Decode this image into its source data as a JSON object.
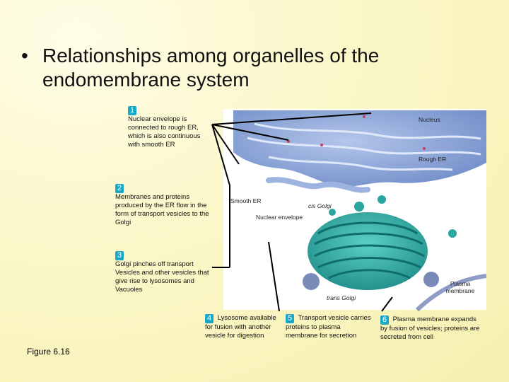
{
  "title": {
    "bullet": "•",
    "text": "Relationships among organelles of the endomembrane system"
  },
  "steps": [
    {
      "num": "1",
      "text": "Nuclear envelope is connected to rough ER, which is also continuous with smooth ER"
    },
    {
      "num": "2",
      "text": "Membranes and proteins produced by the ER flow in the form of transport vesicles to the Golgi"
    },
    {
      "num": "3",
      "text": "Golgi pinches off transport Vesicles and other vesicles that give rise to lysosomes and Vacuoles"
    },
    {
      "num": "4",
      "text": "Lysosome available for fusion with another vesicle for digestion"
    },
    {
      "num": "5",
      "text": "Transport vesicle carries proteins to plasma membrane for secretion"
    },
    {
      "num": "6",
      "text": "Plasma membrane expands by fusion of vesicles; proteins are secreted from cell"
    }
  ],
  "labels": {
    "nucleus": "Nucleus",
    "rough_er": "Rough ER",
    "smooth_er": "Smooth ER",
    "cis_golgi": "cis Golgi",
    "nuclear_envelope": "Nuclear envelope",
    "trans_golgi": "trans Golgi",
    "plasma_membrane": "Plasma membrane"
  },
  "figure_caption": "Figure 6.16",
  "colors": {
    "nucleus": "#8aa4d6",
    "er": "#9db3e0",
    "golgi": "#2aa6a0",
    "vesicle": "#7a8ab8",
    "number_badge": "#1aa8c8"
  }
}
